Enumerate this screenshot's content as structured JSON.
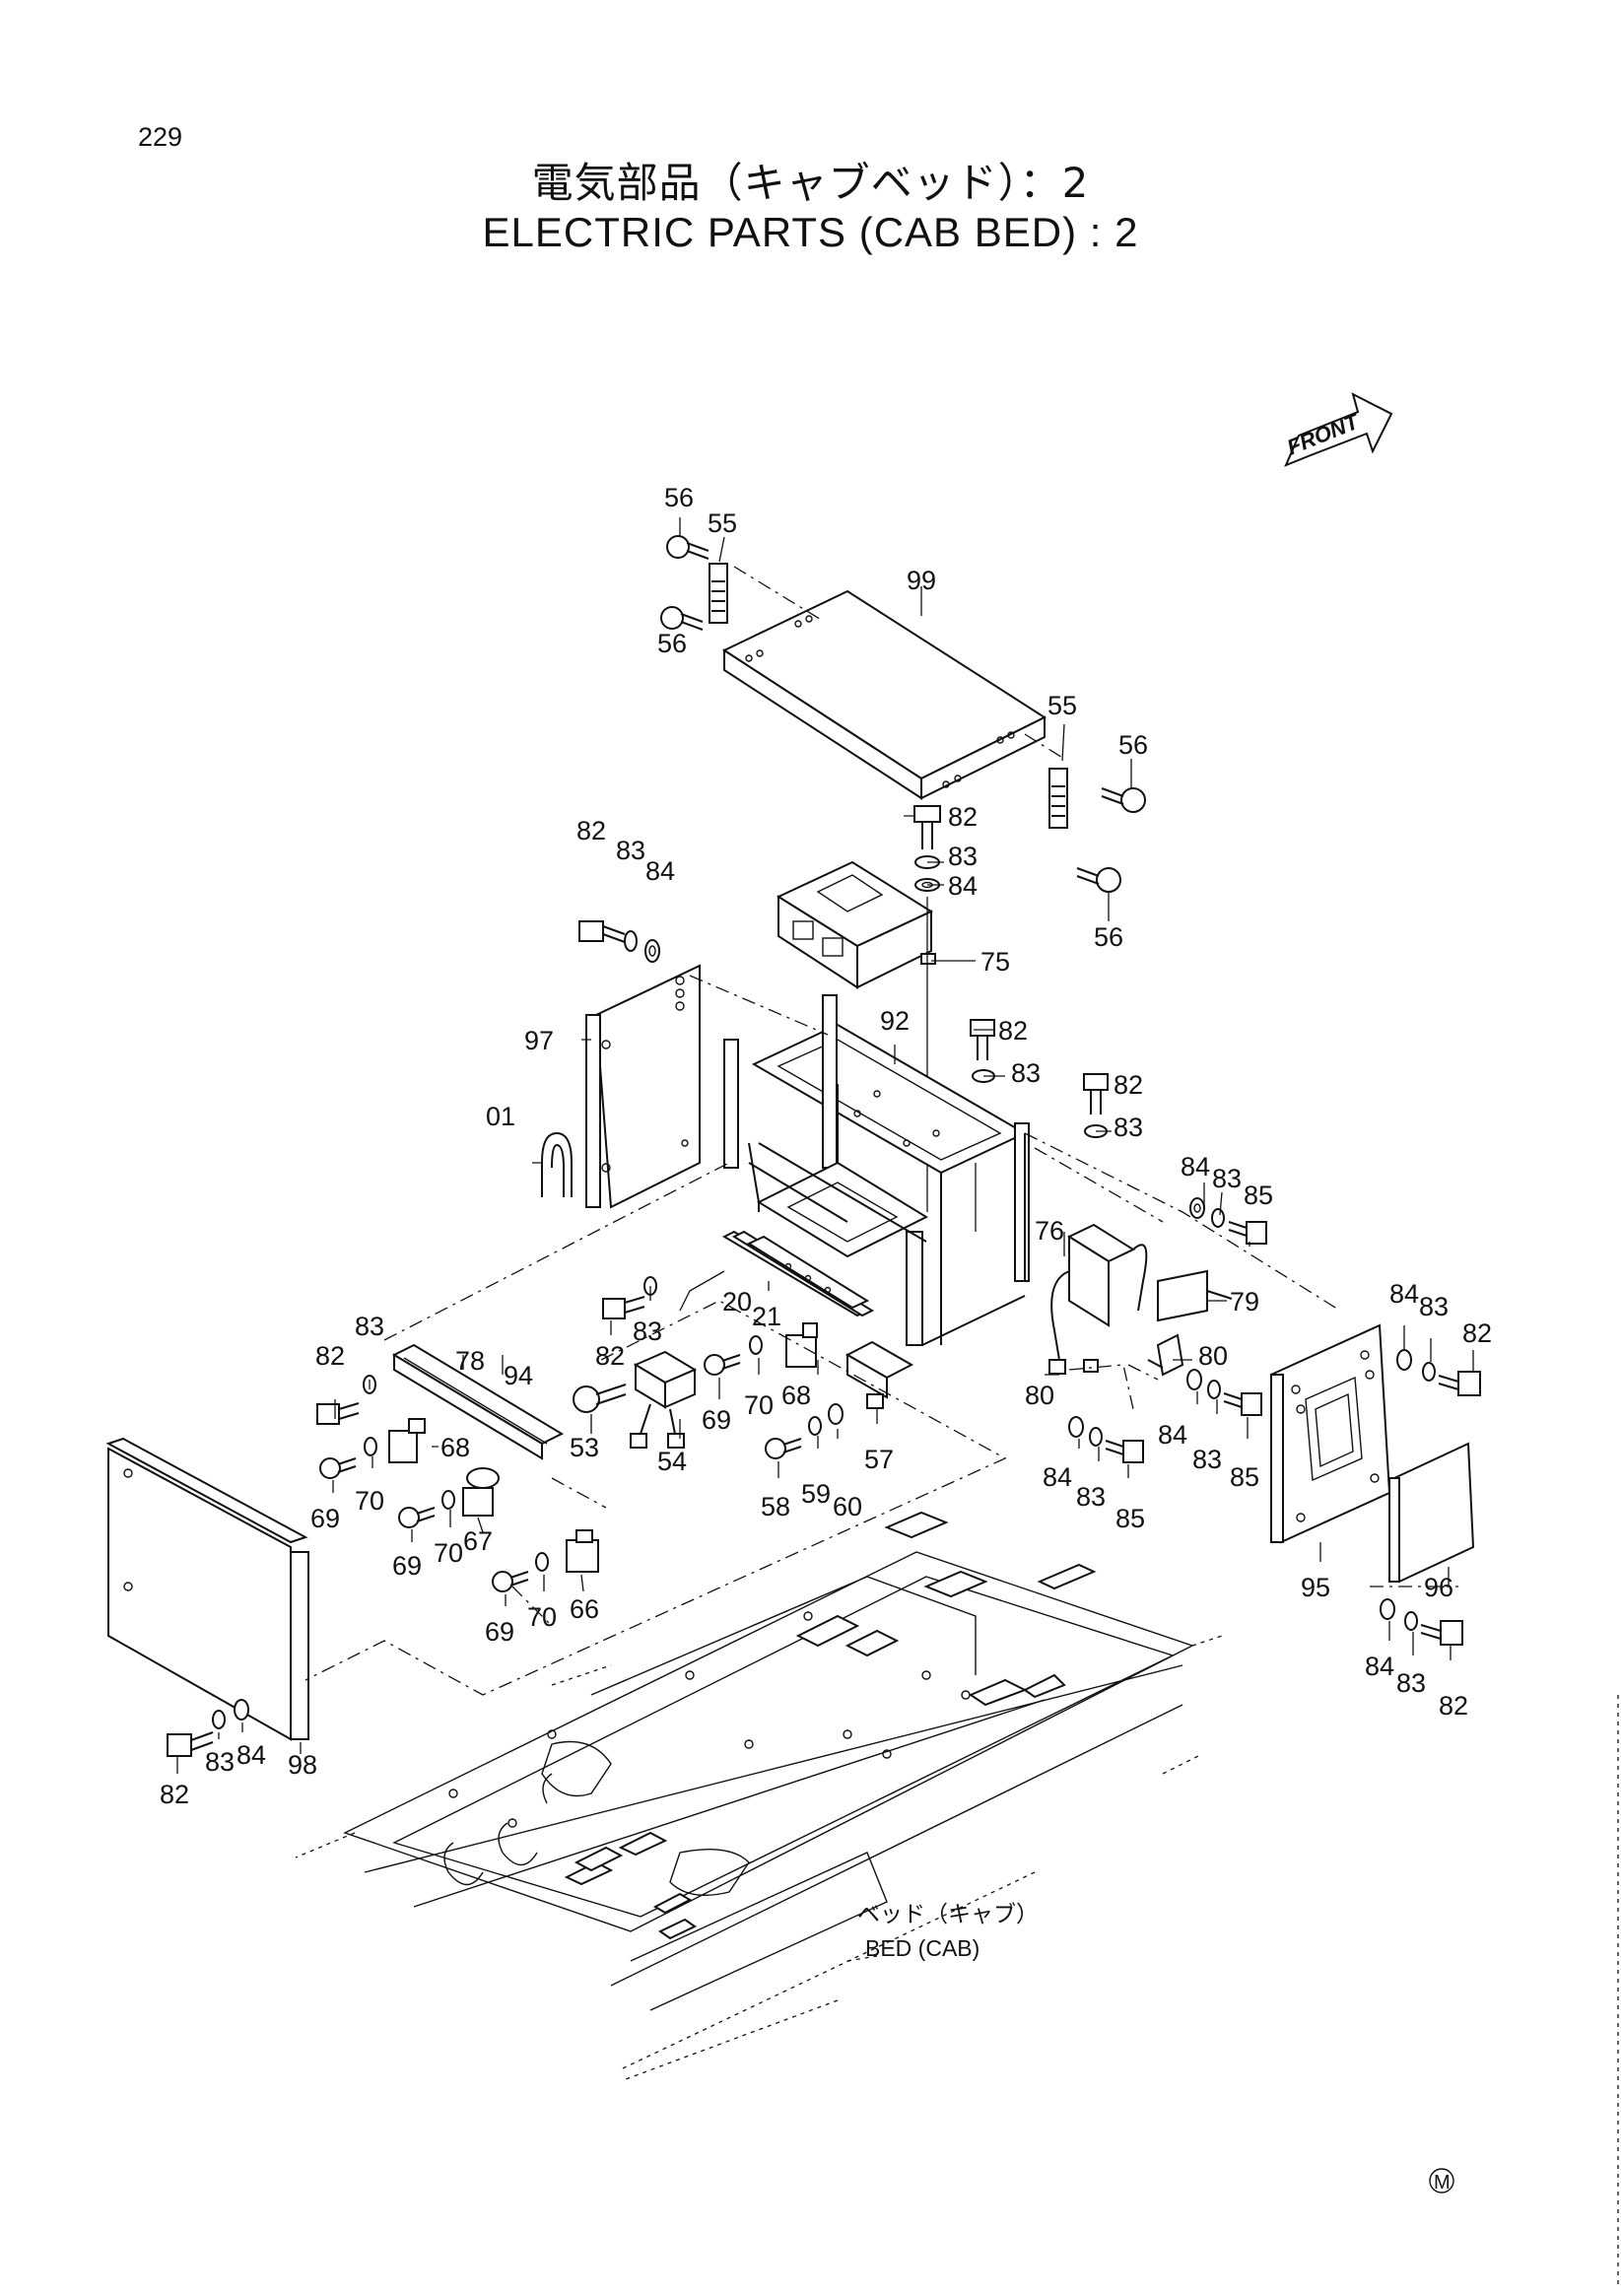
{
  "page_number": "229",
  "title_jp": "電気部品（キャブベッド）：2",
  "title_en": "ELECTRIC PARTS (CAB BED) : 2",
  "front_label": "FRONT",
  "bed_label_jp": "ベッド（キャブ）",
  "bed_label_en": "BED (CAB)",
  "corner_mark": "M",
  "callouts": {
    "c56a": "56",
    "c55a": "55",
    "c56b": "56",
    "c99": "99",
    "c55b": "55",
    "c56c": "56",
    "c56d": "56",
    "c82a": "82",
    "c83a": "83",
    "c84a": "84",
    "c82b": "82",
    "c83b": "83",
    "c84b": "84",
    "c75": "75",
    "c97": "97",
    "c01": "01",
    "c92": "92",
    "c82c": "82",
    "c83c": "83",
    "c82d": "82",
    "c83d": "83",
    "c84c": "84",
    "c83e": "83",
    "c85a": "85",
    "c76": "76",
    "c79": "79",
    "c82e": "82",
    "c83f": "83",
    "c20": "20",
    "c21": "21",
    "c82f": "82",
    "c83g": "83",
    "c78": "78",
    "c94": "94",
    "c53": "53",
    "c54": "54",
    "c69a": "69",
    "c70a": "70",
    "c68a": "68",
    "c58": "58",
    "c59": "59",
    "c60": "60",
    "c57": "57",
    "c68b": "68",
    "c69b": "69",
    "c70b": "70",
    "c67": "67",
    "c69c": "69",
    "c70c": "70",
    "c69d": "69",
    "c70d": "70",
    "c66": "66",
    "c80a": "80",
    "c80b": "80",
    "c84d": "84",
    "c83h": "83",
    "c85b": "85",
    "c84e": "84",
    "c83i": "83",
    "c85c": "85",
    "c84f": "84",
    "c83j": "83",
    "c82g": "82",
    "c95": "95",
    "c96": "96",
    "c84g": "84",
    "c83k": "83",
    "c82h": "82",
    "c98": "98",
    "c82i": "82",
    "c83l": "83",
    "c84h": "84"
  }
}
